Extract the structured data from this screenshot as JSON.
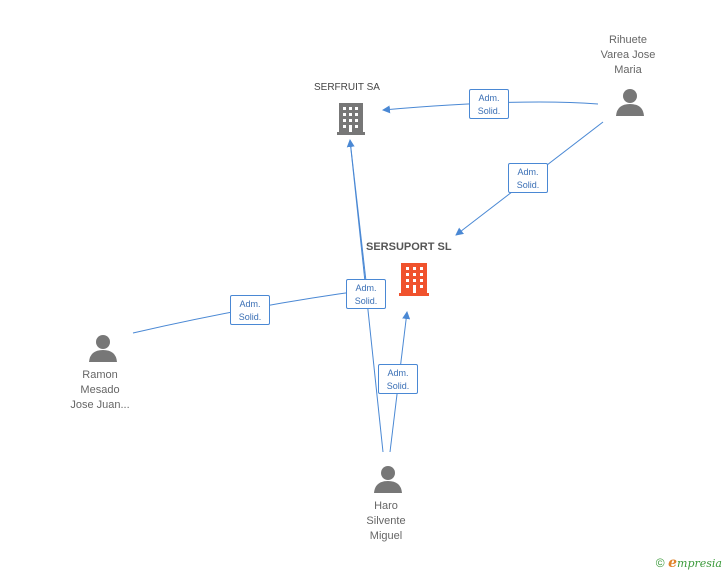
{
  "nodes": {
    "serfruit": {
      "name": "SERFRUIT SA",
      "type": "company",
      "color": "#777777"
    },
    "sersuport": {
      "name": "SERSUPORT SL",
      "type": "company-main",
      "color": "#f0522d"
    },
    "rihuete": {
      "lines": [
        "Rihuete",
        "Varea Jose",
        "Maria"
      ],
      "type": "person",
      "color": "#777777"
    },
    "ramon": {
      "lines": [
        "Ramon",
        "Mesado",
        "Jose Juan..."
      ],
      "type": "person",
      "color": "#777777"
    },
    "haro": {
      "lines": [
        "Haro",
        "Silvente",
        "Miguel"
      ],
      "type": "person",
      "color": "#777777"
    }
  },
  "relations": [
    {
      "id": "rihuete-serfruit",
      "line1": "Adm.",
      "line2": "Solid."
    },
    {
      "id": "rihuete-sersuport",
      "line1": "Adm.",
      "line2": "Solid."
    },
    {
      "id": "ramon-serfruit",
      "line1": "Adm.",
      "line2": "Solid."
    },
    {
      "id": "haro-serfruit",
      "line1": "Adm.",
      "line2": "Solid."
    },
    {
      "id": "haro-sersuport",
      "line1": "Adm.",
      "line2": "Solid."
    }
  ],
  "edge_color": "#4a88d4",
  "footer": {
    "copyright": "©",
    "brand_initial": "e",
    "brand_rest": "mpresia"
  }
}
